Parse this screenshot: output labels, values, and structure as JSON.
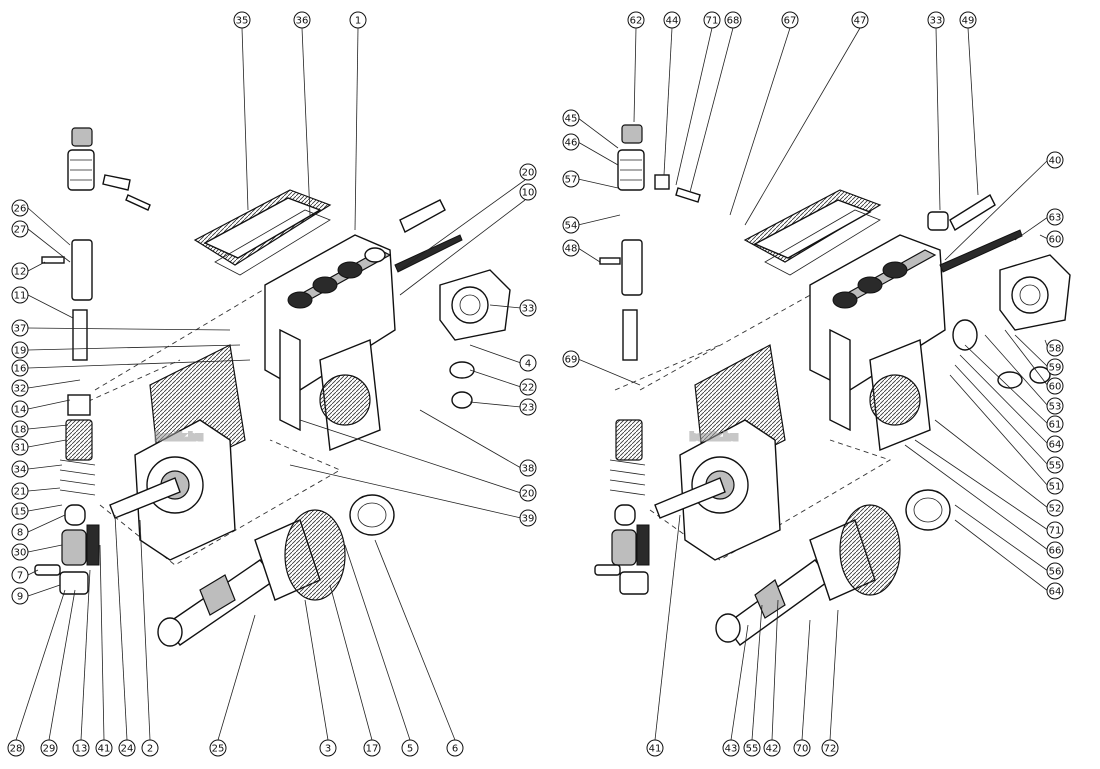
{
  "watermark": "bazik.hu",
  "callouts": {
    "bottom_left": [
      "28",
      "29",
      "13",
      "41",
      "24",
      "2",
      "25",
      "3",
      "17",
      "5",
      "6"
    ],
    "left_side": [
      "26",
      "27",
      "12",
      "11",
      "37",
      "19",
      "16",
      "32",
      "14",
      "18",
      "31",
      "34",
      "21",
      "15",
      "8",
      "30",
      "7",
      "9"
    ],
    "top_left": [
      "35",
      "36",
      "1",
      "20",
      "10"
    ],
    "middle_left": [
      "33",
      "4",
      "22",
      "23",
      "38",
      "20",
      "39"
    ],
    "top_right": [
      "62",
      "44",
      "71",
      "68",
      "67",
      "47",
      "33",
      "49",
      "40",
      "63",
      "60"
    ],
    "right_inner": [
      "45",
      "46",
      "57",
      "54",
      "48",
      "69"
    ],
    "right_side": [
      "58",
      "59",
      "60",
      "53",
      "61",
      "64",
      "55",
      "51",
      "52",
      "71",
      "66",
      "56",
      "64"
    ],
    "bottom_right": [
      "41",
      "43",
      "55",
      "42",
      "70",
      "72"
    ]
  }
}
